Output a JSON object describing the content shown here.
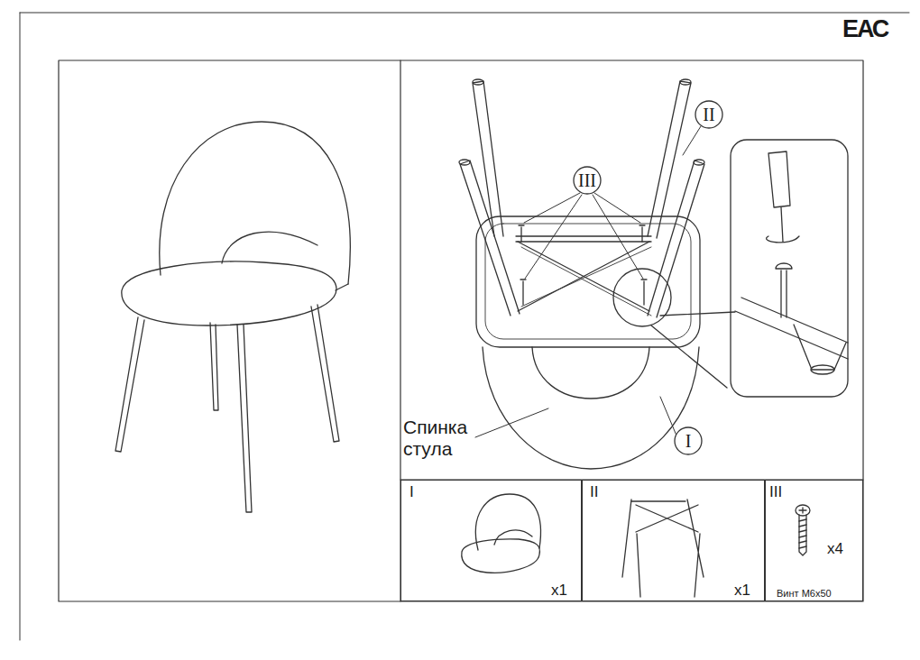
{
  "diagram": {
    "nodes": [
      {
        "text": [
          "II"
        ]
      },
      {
        "text": [
          "III"
        ]
      },
      {
        "text": [
          "I"
        ]
      },
      {
        "text": [
          "I",
          "x1"
        ]
      },
      {
        "text": [
          "II",
          "x1"
        ]
      },
      {
        "text": [
          "III",
          "x4",
          "Винт М6х50"
        ]
      }
    ],
    "labels": [
      "ЕАС",
      "Спинка стула"
    ]
  }
}
